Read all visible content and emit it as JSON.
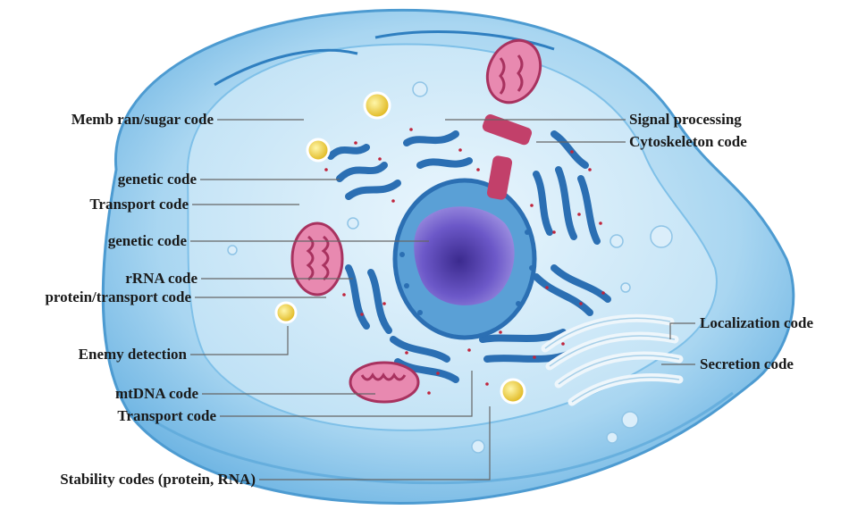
{
  "labels_left": [
    {
      "id": "membrane-sugar",
      "text": "Memb ran/sugar code"
    },
    {
      "id": "genetic-1",
      "text": "genetic code"
    },
    {
      "id": "transport-1",
      "text": "Transport code"
    },
    {
      "id": "genetic-2",
      "text": "genetic code"
    },
    {
      "id": "rrna",
      "text": "rRNA code"
    },
    {
      "id": "protein-transport",
      "text": "protein/transport code"
    },
    {
      "id": "enemy-detection",
      "text": "Enemy detection"
    },
    {
      "id": "mtdna",
      "text": "mtDNA code"
    },
    {
      "id": "transport-2",
      "text": "Transport code"
    },
    {
      "id": "stability",
      "text": "Stability codes (protein, RNA)"
    }
  ],
  "labels_right": [
    {
      "id": "signal-processing",
      "text": "Signal processing"
    },
    {
      "id": "cytoskeleton",
      "text": "Cytoskeleton code"
    },
    {
      "id": "localization",
      "text": "Localization code"
    },
    {
      "id": "secretion",
      "text": "Secretion code"
    }
  ],
  "colors": {
    "cell_outer": "#8fc9ec",
    "cell_inner": "#cfe8f7",
    "er": "#2b6fb3",
    "nucleus": "#6a55c4",
    "mitochondria": "#c24d7a",
    "vesicle": "#f1d23a",
    "ribosome": "#c0243c"
  }
}
